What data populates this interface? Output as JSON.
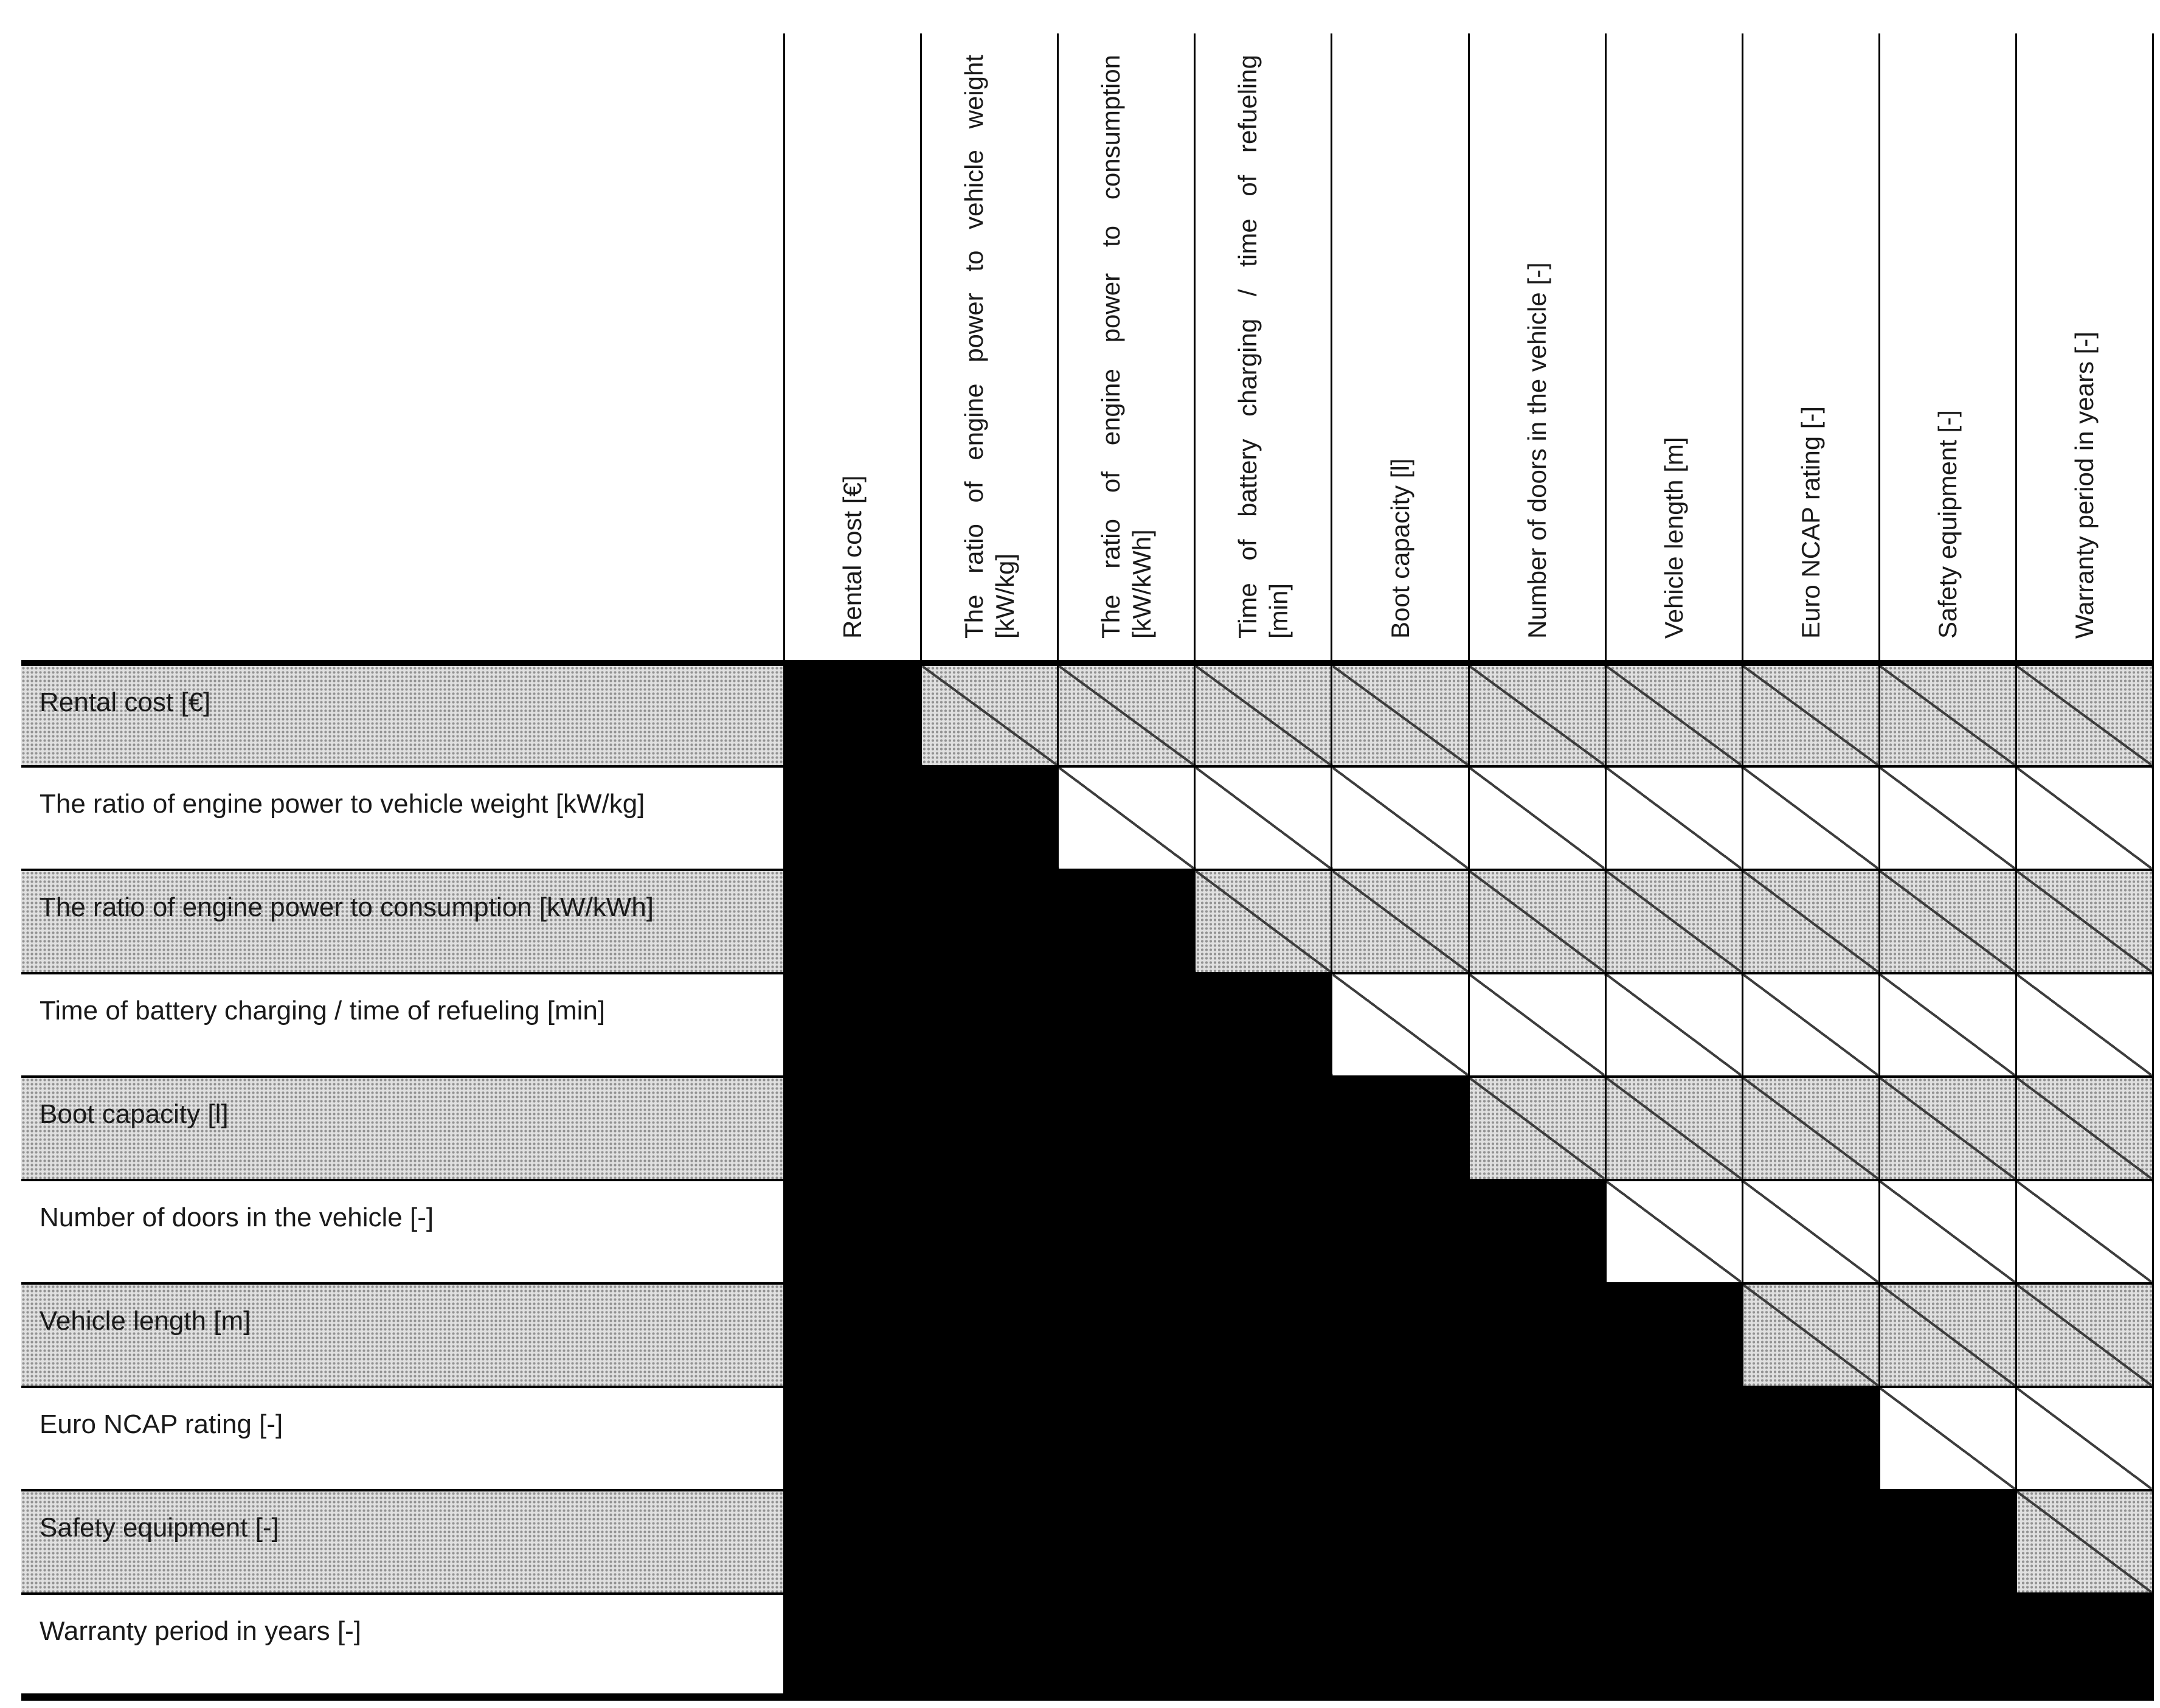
{
  "figure": {
    "type": "pairwise-comparison-matrix",
    "column_headers": [
      {
        "lines": [
          "Rental cost [€]"
        ]
      },
      {
        "lines": [
          "The ratio of engine power to vehicle weight",
          "[kW/kg]"
        ]
      },
      {
        "lines": [
          "The ratio of engine power to consumption",
          "[kW/kWh]"
        ]
      },
      {
        "lines": [
          "Time of battery charging / time of refueling",
          "[min]"
        ]
      },
      {
        "lines": [
          "Boot capacity [l]"
        ]
      },
      {
        "lines": [
          "Number of doors in the vehicle [-]"
        ]
      },
      {
        "lines": [
          "Vehicle length [m]"
        ]
      },
      {
        "lines": [
          "Euro NCAP rating [-]"
        ]
      },
      {
        "lines": [
          "Safety equipment [-]"
        ]
      },
      {
        "lines": [
          "Warranty period in years [-]"
        ]
      }
    ],
    "rows": [
      {
        "label": "Rental cost [€]",
        "shaded": true,
        "cells": "BDDDDDDDDD"
      },
      {
        "label": "The ratio of engine power to vehicle weight [kW/kg]",
        "shaded": false,
        "cells": "BBDDDDDDDD"
      },
      {
        "label": "The ratio of engine power to consumption [kW/kWh]",
        "shaded": true,
        "cells": "BBBDDDDDDD"
      },
      {
        "label": "Time of battery charging / time of refueling [min]",
        "shaded": false,
        "cells": "BBBBDDDDDD"
      },
      {
        "label": "Boot capacity [l]",
        "shaded": true,
        "cells": "BBBBBDDDDD"
      },
      {
        "label": "Number of doors in the vehicle [-]",
        "shaded": false,
        "cells": "BBBBBBDDDD"
      },
      {
        "label": "Vehicle length [m]",
        "shaded": true,
        "cells": "BBBBBBBDDD"
      },
      {
        "label": "Euro NCAP rating [-]",
        "shaded": false,
        "cells": "BBBBBBBBDD"
      },
      {
        "label": "Safety equipment [-]",
        "shaded": true,
        "cells": "BBBBBBBBBD"
      },
      {
        "label": "Warranty period in years [-]",
        "shaded": false,
        "cells": "BBBBBBBBBB"
      }
    ],
    "cell_legend": {
      "B": "black-filled",
      "D": "diagonal-slash"
    },
    "colors": {
      "cell_fill": "#000000",
      "grid_line": "#000000",
      "shaded_row": "#e0e0e0",
      "diagonal_line": "#3d3d3d",
      "background": "#ffffff",
      "text": "#1a1a1a"
    }
  }
}
